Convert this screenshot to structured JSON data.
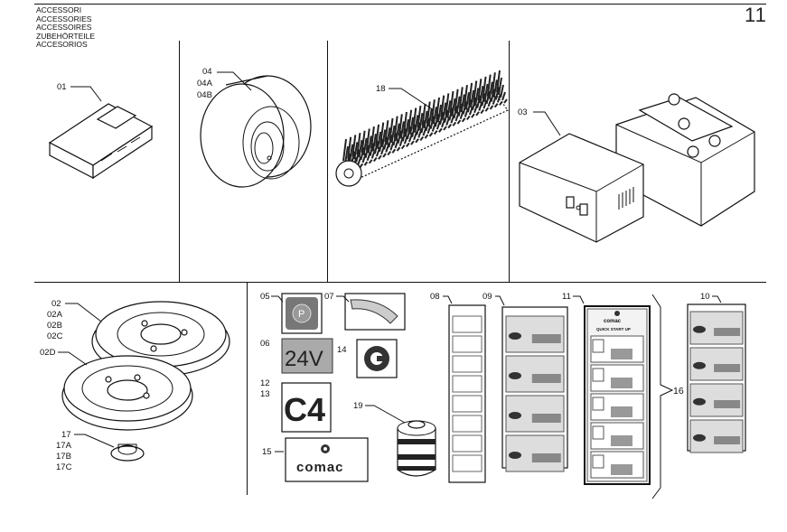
{
  "header": {
    "titles": [
      "ACCESSORI",
      "ACCESSORIES",
      "ACCESSOIRES",
      "ZUBEHÖRTEILE",
      "ACCESORIOS"
    ],
    "page_number": "11"
  },
  "callouts": {
    "c01": "01",
    "c04": "04",
    "c04a": "04A",
    "c04b": "04B",
    "c18": "18",
    "c03": "03",
    "c02": "02",
    "c02a": "02A",
    "c02b": "02B",
    "c02c": "02C",
    "c02d": "02D",
    "c17": "17",
    "c17a": "17A",
    "c17b": "17B",
    "c17c": "17C",
    "c05": "05",
    "c07": "07",
    "c06": "06",
    "c14": "14",
    "c12": "12",
    "c13": "13",
    "c15": "15",
    "c19": "19",
    "c08": "08",
    "c09": "09",
    "c11": "11",
    "c16": "16",
    "c10": "10"
  },
  "labels": {
    "voltage_sticker": "24V",
    "model_sticker": "C4",
    "brand_sticker": "comac",
    "p_sticker": "P",
    "quick_start_title": "QUICK START UP",
    "quick_start_brand": "comac"
  }
}
